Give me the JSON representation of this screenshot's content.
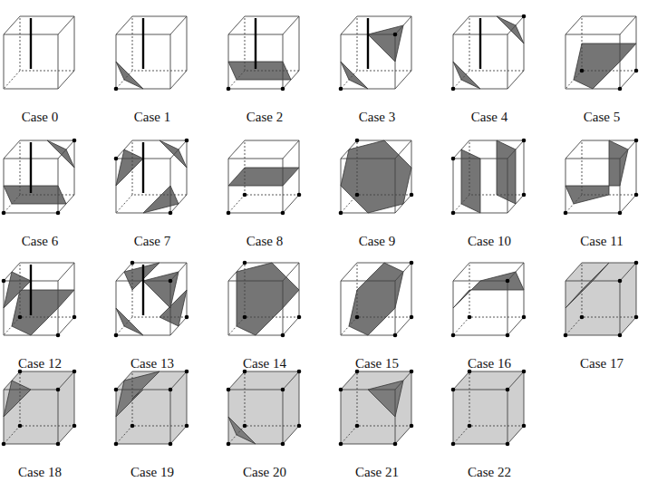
{
  "diagram": {
    "labels": [
      "Case 0",
      "Case 1",
      "Case 2",
      "Case 3",
      "Case 4",
      "Case 5",
      "Case 6",
      "Case 7",
      "Case 8",
      "Case 9",
      "Case 10",
      "Case 11",
      "Case 12",
      "Case 13",
      "Case 14",
      "Case 15",
      "Case 16",
      "Case 17",
      "Case 18",
      "Case 19",
      "Case 20",
      "Case 21",
      "Case 22"
    ]
  }
}
